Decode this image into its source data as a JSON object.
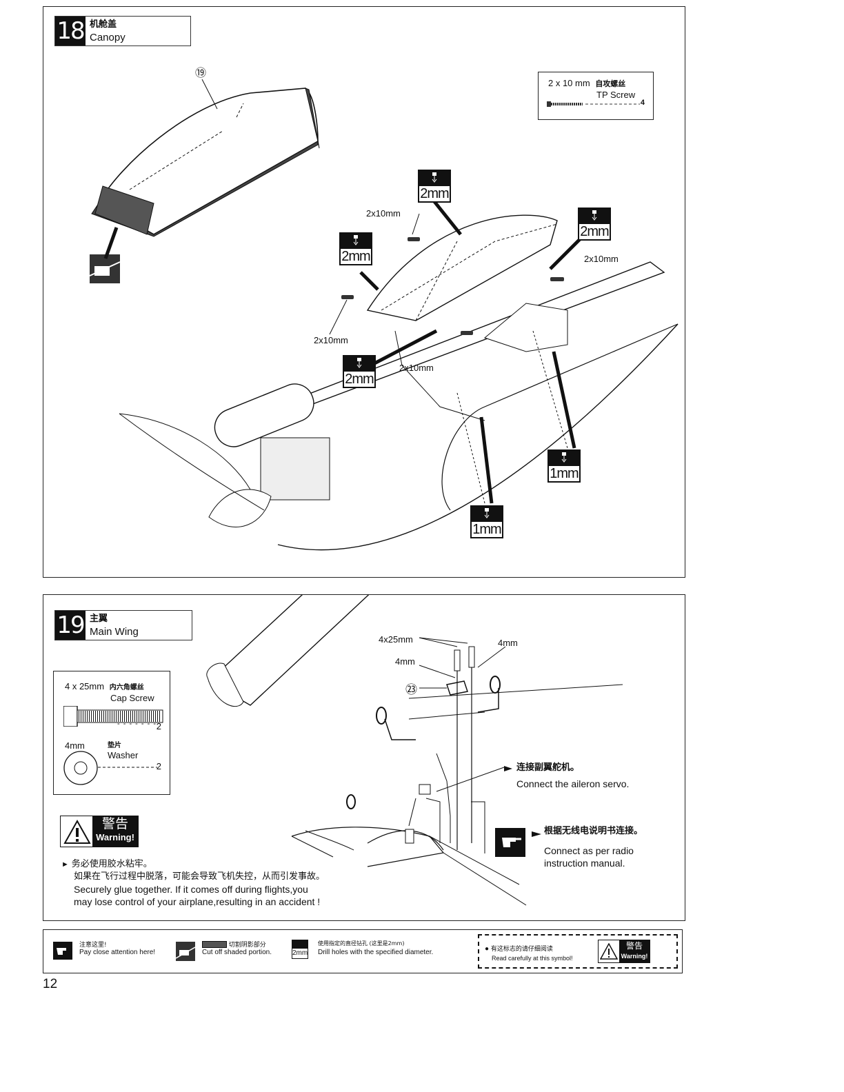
{
  "step18": {
    "number": "18",
    "title_cn": "机舱盖",
    "title_en": "Canopy",
    "part_number": "⑲",
    "parts": {
      "size": "2 x 10 mm",
      "name_cn": "自攻螺丝",
      "name_en": "TP Screw",
      "qty": "4"
    },
    "screw_labels": [
      "2x10mm",
      "2x10mm",
      "2x10mm",
      "2x10mm"
    ],
    "drill_badges": [
      "2mm",
      "2mm",
      "2mm",
      "2mm"
    ],
    "drill_badges_small": [
      "1mm",
      "1mm"
    ]
  },
  "step19": {
    "number": "19",
    "title_cn": "主翼",
    "title_en": "Main Wing",
    "parts": {
      "cap_size": "4 x 25mm",
      "cap_name_cn": "内六角螺丝",
      "cap_name_en": "Cap Screw",
      "cap_qty": "2",
      "washer_size": "4mm",
      "washer_name_cn": "垫片",
      "washer_name_en": "Washer",
      "washer_qty": "2"
    },
    "labels": {
      "screw": "4x25mm",
      "washer_left": "4mm",
      "washer_right": "4mm",
      "part_number": "㉓"
    },
    "notes": {
      "aileron_cn": "连接副翼舵机。",
      "aileron_en": "Connect the aileron servo.",
      "radio_cn": "根据无线电说明书连接。",
      "radio_en_1": "Connect as per radio",
      "radio_en_2": "instruction manual."
    },
    "warning": {
      "badge_cn": "警告",
      "badge_en": "Warning!",
      "line_cn_1": "务必使用胶水粘牢。",
      "line_cn_2": "如果在飞行过程中脱落，可能会导致飞机失控，从而引发事故。",
      "line_en_1": "Securely glue together. If it comes off during flights,you",
      "line_en_2": "may lose control of your airplane,resulting in an accident !"
    }
  },
  "legend": {
    "attention_cn": "注意这里!",
    "attention_en": "Pay close attention here!",
    "cut_cn": "切割阴影部分",
    "cut_en": "Cut off shaded portion.",
    "drill_badge": "2mm",
    "drill_cn": "使用指定的直径钻孔 (这里是2mm)",
    "drill_en": "Drill holes with the specified diameter.",
    "read_cn": "有这标志的请仔细阅读",
    "read_en": "Read carefully at this symbol!",
    "warn_cn": "警告",
    "warn_en": "Warning!"
  },
  "page_number": "12"
}
